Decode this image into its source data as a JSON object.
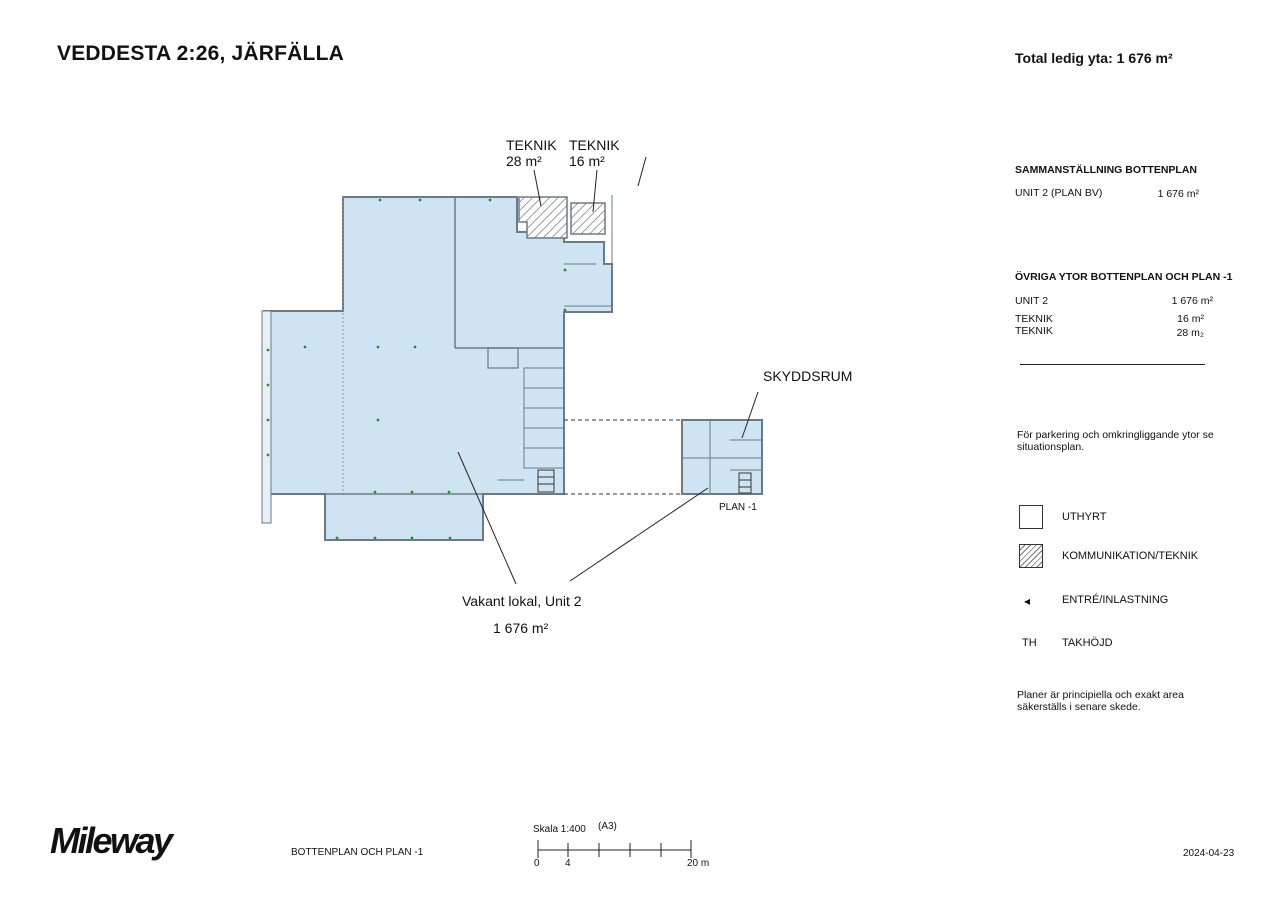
{
  "header": {
    "title": "VEDDESTA 2:26, JÄRFÄLLA",
    "total": "Total ledig yta: 1 676 m²"
  },
  "summary": {
    "heading": "SAMMANSTÄLLNING BOTTENPLAN",
    "rows": [
      {
        "label": "UNIT 2 (PLAN BV)",
        "value": "1 676 m²"
      }
    ]
  },
  "other_areas": {
    "heading": "ÖVRIGA YTOR BOTTENPLAN OCH PLAN -1",
    "rows": [
      {
        "label": "UNIT 2",
        "value": "1 676 m²"
      },
      {
        "label": "TEKNIK",
        "value": "16 m²"
      },
      {
        "label": "TEKNIK",
        "value": "28 m₂"
      }
    ]
  },
  "notes": {
    "parking": "För parkering och omkringliggande ytor se situationsplan.",
    "disclaimer": "Planer är principiella och exakt area säkerställs i senare skede."
  },
  "legend": {
    "rented": "UTHYRT",
    "communication": "KOMMUNIKATION/TEKNIK",
    "entrance_symbol": "◂",
    "entrance": "ENTRÉ/INLASTNING",
    "ceiling_symbol": "TH",
    "ceiling": "TAKHÖJD"
  },
  "plan": {
    "teknik1_name": "TEKNIK",
    "teknik1_area": "28 m²",
    "teknik2_name": "TEKNIK",
    "teknik2_area": "16 m²",
    "shelter": "SKYDDSRUM",
    "plan_minus1": "PLAN -1",
    "vacant_name": "Vakant lokal, Unit 2",
    "vacant_area": "1 676 m²",
    "fill_color": "#cfe4f3",
    "wall_color": "#6b7a86"
  },
  "footer": {
    "logo": "Mileway",
    "plan_name": "BOTTENPLAN OCH PLAN -1",
    "scale_label": "Skala 1:400",
    "paper": "(A3)",
    "scale_ticks": [
      "0",
      "4",
      "20 m"
    ],
    "date": "2024-04-23"
  }
}
